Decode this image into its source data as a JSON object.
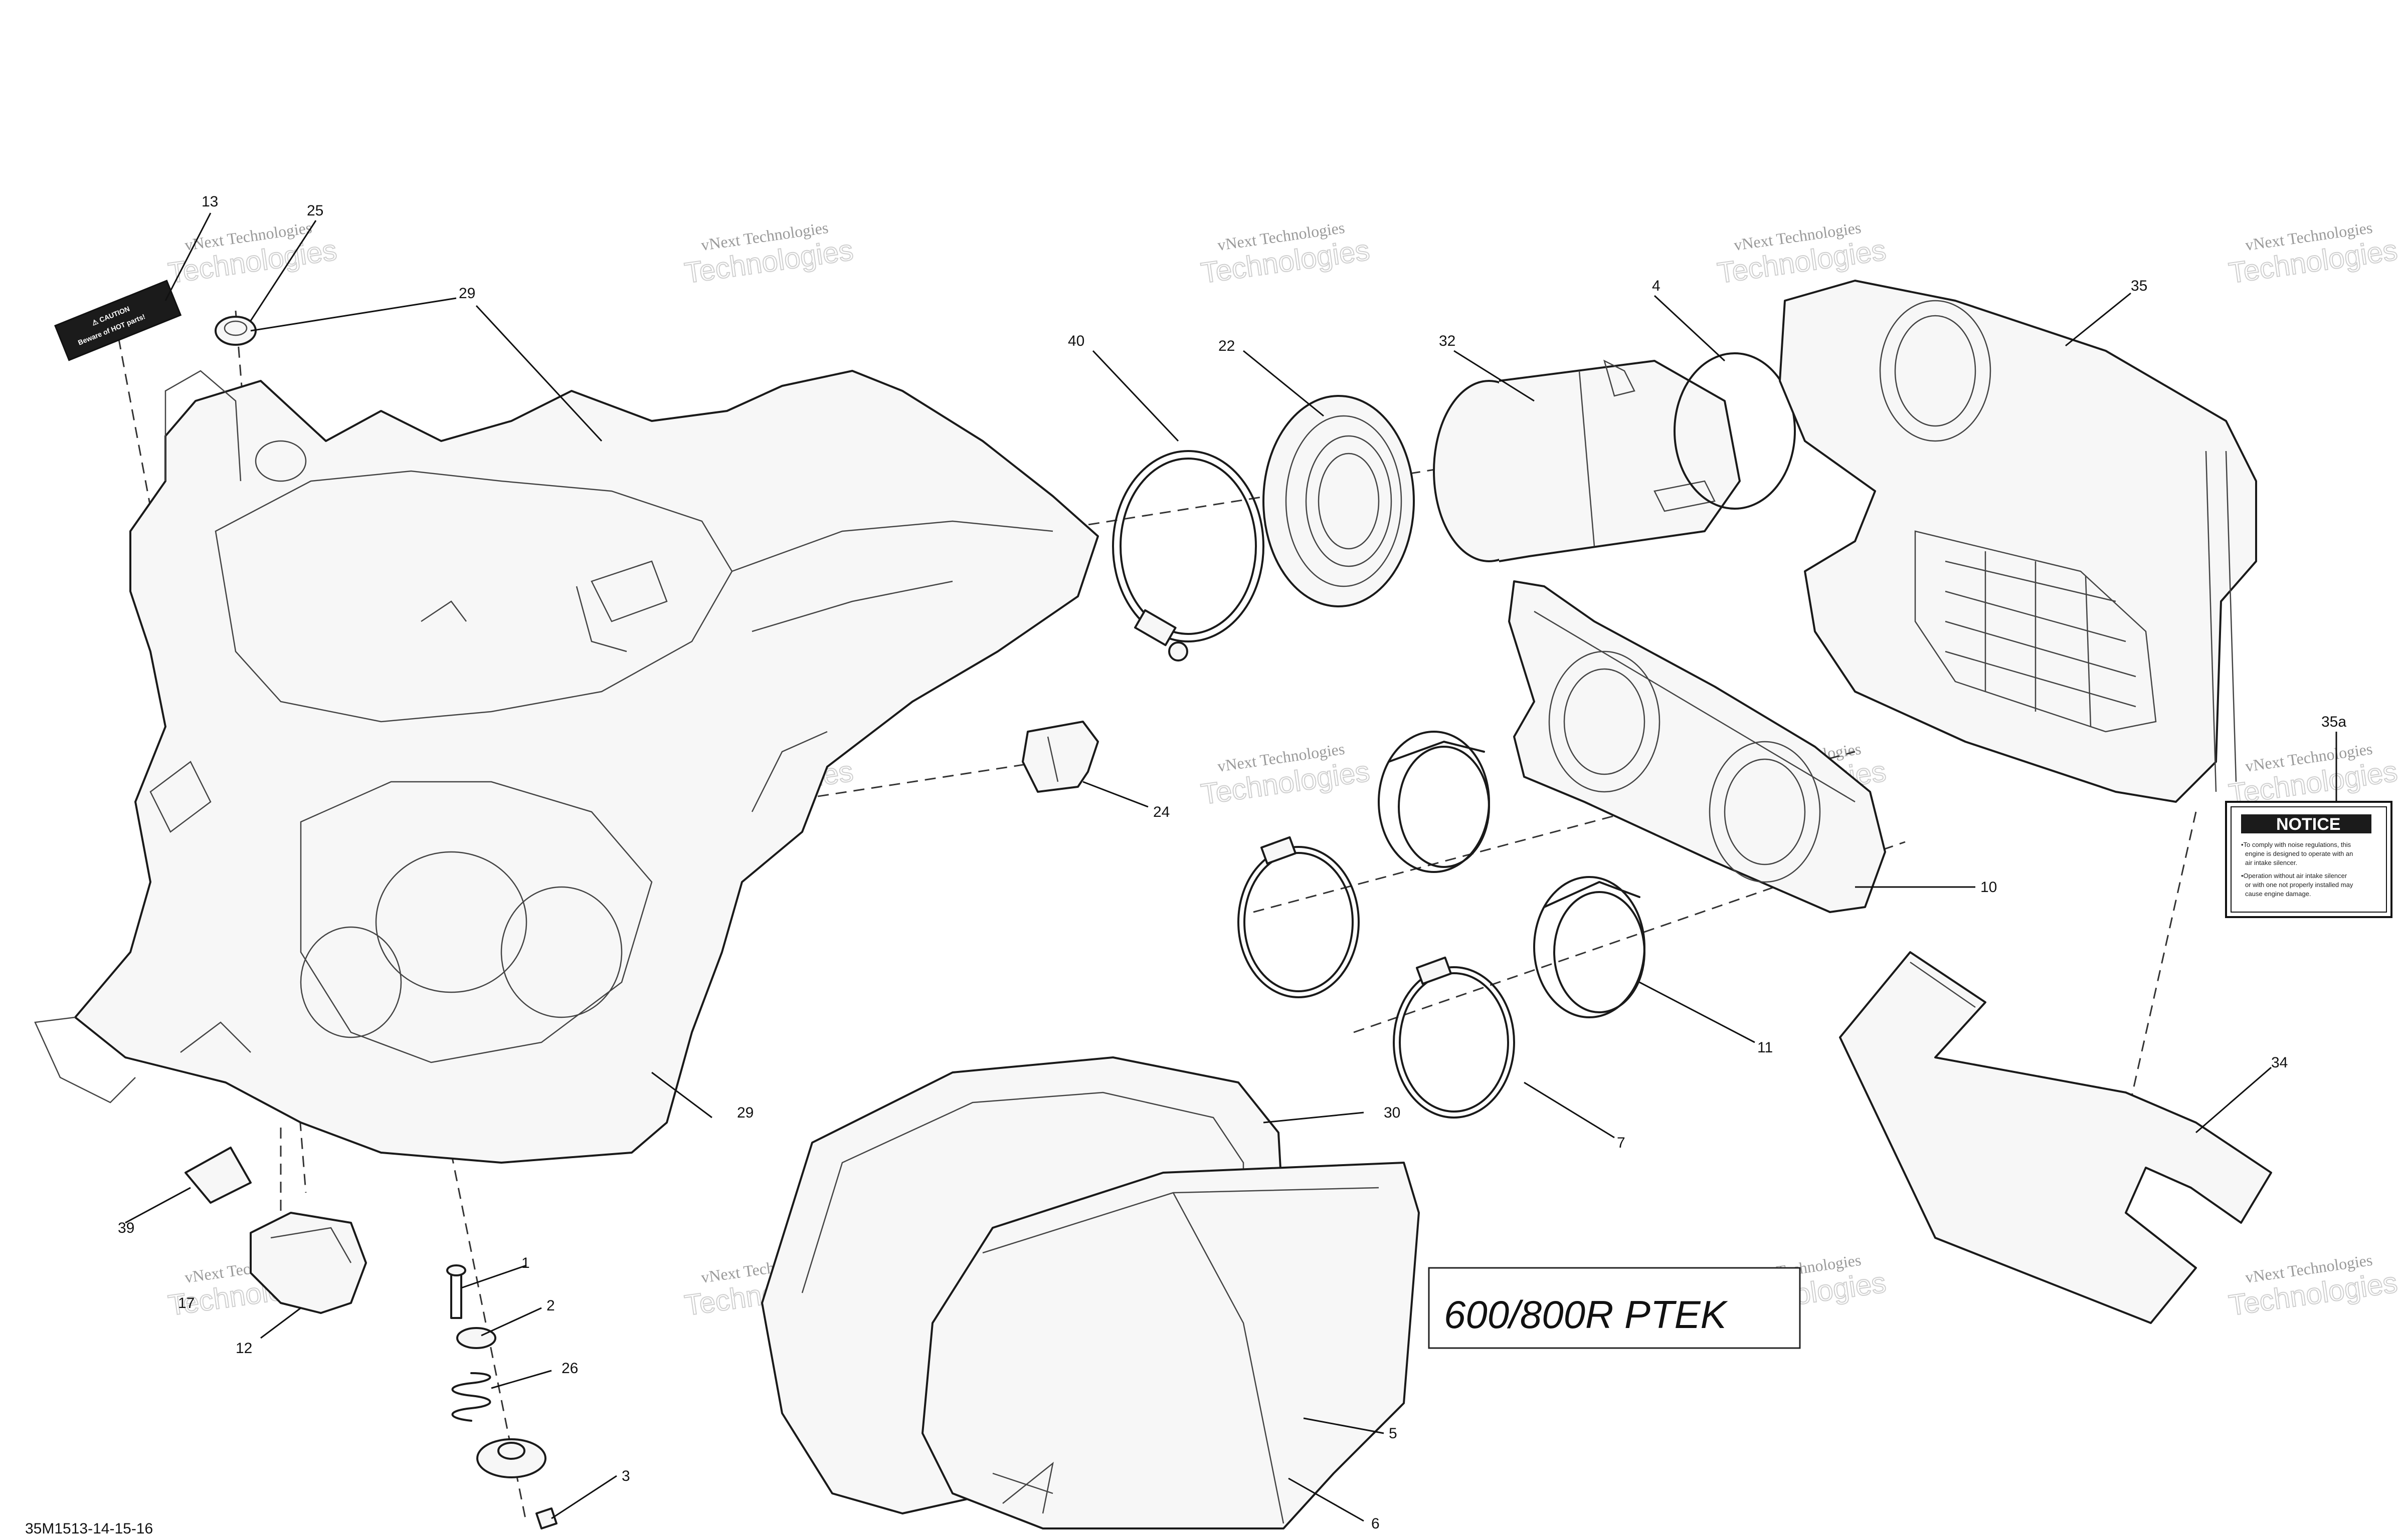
{
  "diagram": {
    "model_label": "600/800R PTEK",
    "drawing_code": "35M1513-14-15-16",
    "watermark_small": "vNext Technologies",
    "watermark_big": "Technologies",
    "notice_label": {
      "title": "NOTICE",
      "line1": "•To comply with noise regulations, this",
      "line2": "engine is designed to operate with an",
      "line3": "air intake silencer.",
      "line4": "•Operation without air intake silencer",
      "line5": "or with one not properly installed may",
      "line6": "cause engine damage."
    },
    "caution_label": {
      "line1": "⚠ CAUTION",
      "line2": "Beware of HOT parts!"
    },
    "callouts": {
      "c13": "13",
      "c25": "25",
      "c29a": "29",
      "c40": "40",
      "c22": "22",
      "c32": "32",
      "c4": "4",
      "c35": "35",
      "c35a": "35a",
      "c24": "24",
      "c10": "10",
      "c11": "11",
      "c7": "7",
      "c34": "34",
      "c39": "39",
      "c17": "17",
      "c12": "12",
      "c29b": "29",
      "c30": "30",
      "c1": "1",
      "c2": "2",
      "c26": "26",
      "c3": "3",
      "c5": "5",
      "c6": "6"
    }
  }
}
